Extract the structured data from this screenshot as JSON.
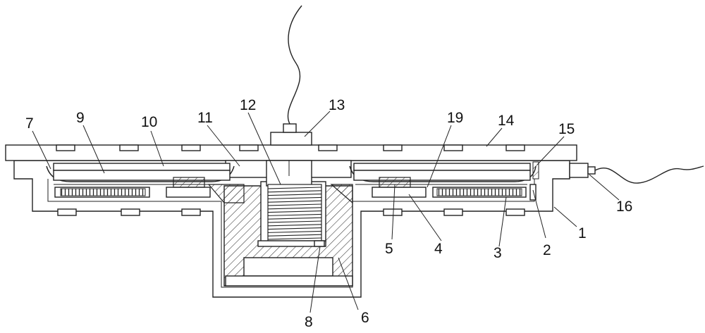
{
  "diagram": {
    "labels": [
      {
        "id": "1",
        "text": "1"
      },
      {
        "id": "2",
        "text": "2"
      },
      {
        "id": "3",
        "text": "3"
      },
      {
        "id": "4",
        "text": "4"
      },
      {
        "id": "5",
        "text": "5"
      },
      {
        "id": "6",
        "text": "6"
      },
      {
        "id": "7",
        "text": "7"
      },
      {
        "id": "8",
        "text": "8"
      },
      {
        "id": "9",
        "text": "9"
      },
      {
        "id": "10",
        "text": "10"
      },
      {
        "id": "11",
        "text": "11"
      },
      {
        "id": "12",
        "text": "12"
      },
      {
        "id": "13",
        "text": "13"
      },
      {
        "id": "14",
        "text": "14"
      },
      {
        "id": "15",
        "text": "15"
      },
      {
        "id": "16",
        "text": "16"
      },
      {
        "id": "19",
        "text": "19"
      }
    ]
  }
}
